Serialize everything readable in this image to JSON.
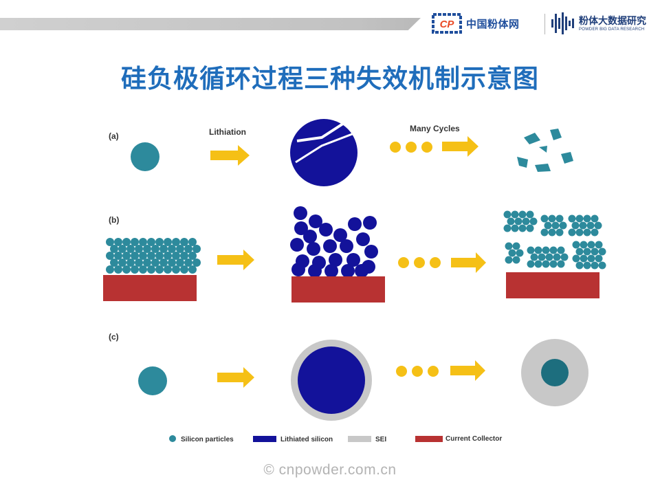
{
  "header": {
    "brand_left": "中国粉体网",
    "brand_right": "粉体大数据研究",
    "brand_right_sub": "POWDER BIG DATA RESEARCH",
    "logo_left_text": "CP"
  },
  "title": "硅负极循环过程三种失效机制示意图",
  "panels": [
    {
      "label": "(a)",
      "arrow_label": "Lithiation",
      "cycle_label": "Many Cycles"
    },
    {
      "label": "(b)"
    },
    {
      "label": "(c)"
    }
  ],
  "legend": [
    {
      "label": "Silicon particles",
      "color": "#2d8a9c",
      "marker": "circle"
    },
    {
      "label": "Lithiated silicon",
      "color": "#13129a",
      "marker": "bar"
    },
    {
      "label": "SEI",
      "color": "#c8c8c8",
      "marker": "bar"
    },
    {
      "label": "Current Collector",
      "color": "#b83232",
      "marker": "bar"
    }
  ],
  "watermark": "© cnpowder.com.cn",
  "colors": {
    "silicon": "#2d8a9c",
    "lithiated": "#13129a",
    "sei": "#c8c8c8",
    "collector": "#b83232",
    "arrow": "#f5c016",
    "title": "#1f6dbb"
  }
}
